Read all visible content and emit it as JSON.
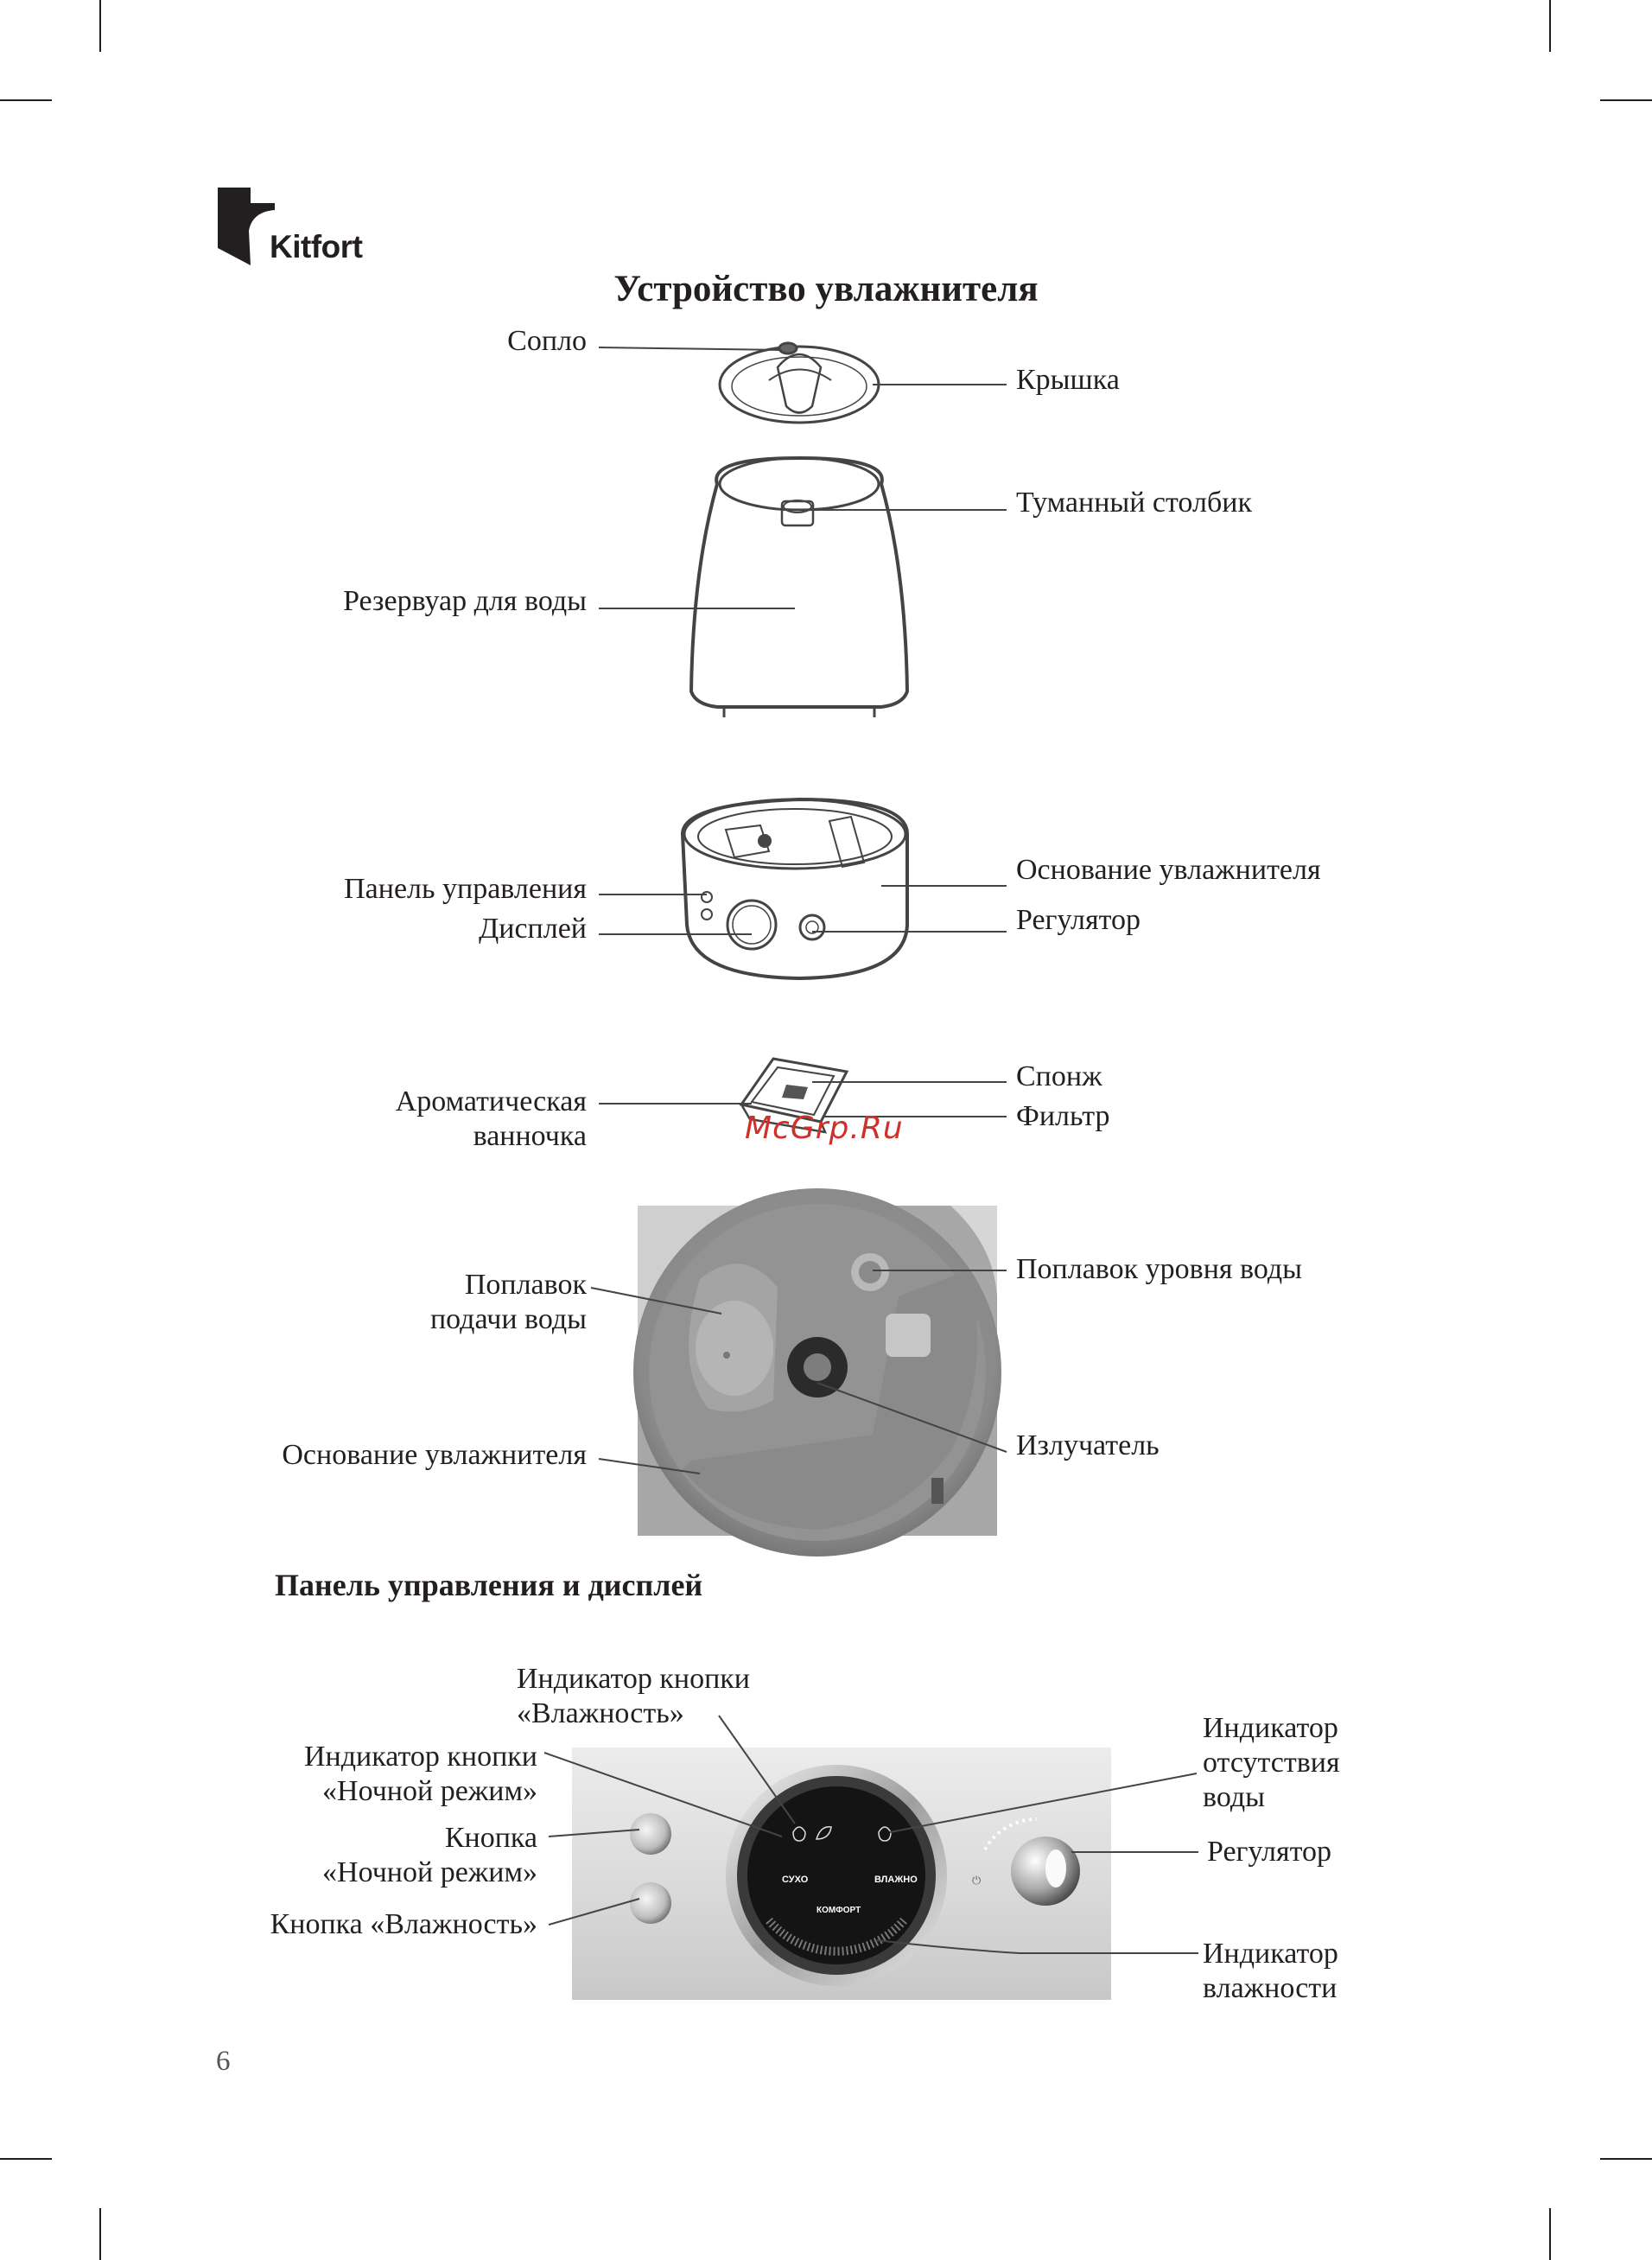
{
  "brand": {
    "name": "Kitfort"
  },
  "title": "Устройство увлажнителя",
  "labels": {
    "nozzle": "Сопло",
    "lid": "Крышка",
    "mist_column": "Туманный столбик",
    "water_tank": "Резервуар для воды",
    "control_panel": "Панель управления",
    "display": "Дисплей",
    "base_top": "Основание увлажнителя",
    "regulator_top": "Регулятор",
    "sponge": "Спонж",
    "filter": "Фильтр",
    "aroma_tray_1": "Ароматическая",
    "aroma_tray_2": "ванночка",
    "float_supply_1": "Поплавок",
    "float_supply_2": "подачи воды",
    "water_level_float": "Поплавок уровня воды",
    "emitter": "Излучатель",
    "base_bottom": "Основание увлажнителя"
  },
  "subtitle": "Панель управления и дисплей",
  "panel_labels": {
    "humidity_btn_indicator_1": "Индикатор кнопки",
    "humidity_btn_indicator_2": "«Влажность»",
    "night_btn_indicator_1": "Индикатор кнопки",
    "night_btn_indicator_2": "«Ночной режим»",
    "night_btn_1": "Кнопка",
    "night_btn_2": "«Ночной режим»",
    "humidity_btn": "Кнопка «Влажность»",
    "no_water_indicator_1": "Индикатор",
    "no_water_indicator_2": "отсутствия",
    "no_water_indicator_3": "воды",
    "regulator": "Регулятор",
    "humidity_indicator_1": "Индикатор",
    "humidity_indicator_2": "влажности"
  },
  "panel_display": {
    "dry": "СУХО",
    "wet": "ВЛАЖНО",
    "comfort": "КОМФОРТ"
  },
  "watermark": "McGrp.Ru",
  "page_number": "6"
}
